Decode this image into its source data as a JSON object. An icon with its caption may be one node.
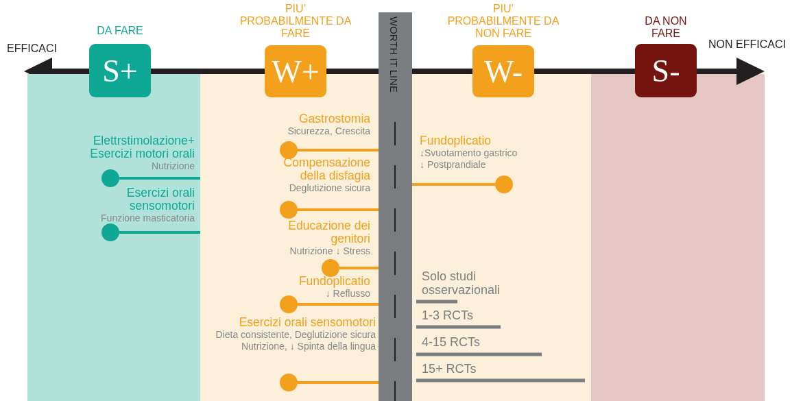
{
  "diagram": {
    "nodes": [
      {
        "text": [
          "DA FARE",
          "S+"
        ]
      },
      {
        "text": [
          "PIU’ PROBABILMENTE DA FARE",
          "W+"
        ]
      },
      {
        "text": [
          "WORTH IT LINE"
        ]
      },
      {
        "text": [
          "PIU’ PROBABILMENTE DA NON FARE",
          "W-"
        ]
      },
      {
        "text": [
          "DA NON FARE",
          "S-"
        ]
      },
      {
        "text": [],
        "shape": "box"
      },
      {
        "text": [
          "Elettrstimolazione+ Esercizi motori orali",
          "Nutrizione"
        ],
        "in": 5
      },
      {
        "text": [],
        "shape": "circle",
        "in": 5
      },
      {
        "text": [
          "Esercizi orali sensomotori",
          "Funzione masticatoria"
        ],
        "in": 5
      },
      {
        "text": [],
        "shape": "circle",
        "in": 5
      },
      {
        "text": [
          "Gastrostomia",
          "Sicurezza, Crescita"
        ]
      },
      {
        "text": [],
        "shape": "circle"
      },
      {
        "text": [
          "Compensazione della disfagia",
          "Deglutizione sicura"
        ]
      },
      {
        "text": [],
        "shape": "circle"
      },
      {
        "text": [
          "Educazione dei genitori",
          "Nutrizione ↓ Stress"
        ]
      },
      {
        "text": [],
        "shape": "circle"
      },
      {
        "text": [
          "Fundoplicatio",
          "↓ Reflusso"
        ]
      },
      {
        "text": [],
        "shape": "circle"
      },
      {
        "text": [
          "Esercizi orali sensomotori",
          "Dieta consistente, Deglutizione sicura Nutrizione, ↓ Spinta della lingua"
        ]
      },
      {
        "text": [],
        "shape": "circle"
      },
      {
        "text": [
          "Fundoplicatio",
          "↓Svuotamento gastrico",
          "↓ Postprandiale"
        ]
      },
      {
        "text": [],
        "shape": "circle"
      }
    ],
    "edges": [
      {
        "from": 5,
        "to": 7,
        "arrow": "none",
        "color": "#0ea894"
      },
      {
        "from": 5,
        "to": 9,
        "arrow": "none",
        "color": "#0ea894"
      },
      {
        "from": 2,
        "to": 11,
        "arrow": "none"
      },
      {
        "from": 2,
        "to": 13,
        "arrow": "none"
      },
      {
        "from": 2,
        "to": 15,
        "arrow": "none"
      },
      {
        "from": 2,
        "to": 17,
        "arrow": "none"
      },
      {
        "from": 2,
        "to": 19,
        "arrow": "none"
      },
      {
        "from": 2,
        "to": 21,
        "arrow": "none"
      }
    ],
    "labels": [
      "EFFICACI",
      "NON EFFICACI"
    ],
    "legend": [
      {
        "text": "Solo studi osservazionali"
      },
      {
        "text": "1-3 RCTs"
      },
      {
        "text": "4-15 RCTs"
      },
      {
        "text": "15+ RCTs"
      }
    ]
  }
}
